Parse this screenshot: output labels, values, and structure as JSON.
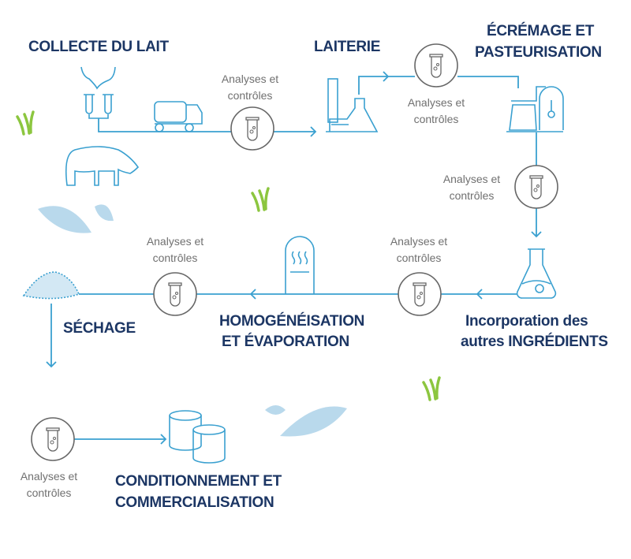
{
  "colors": {
    "title": "#1c3664",
    "line": "#3aa0d0",
    "circle": "#666666",
    "label": "#707070",
    "grass": "#8cc63f",
    "drop": "#b9d9ec"
  },
  "steps": {
    "collecte": "COLLECTE DU LAIT",
    "laiterie": "LAITERIE",
    "ecremage_1": "ÉCRÉMAGE ET",
    "ecremage_2": "PASTEURISATION",
    "incorporation_1": "Incorporation des",
    "incorporation_2": "autres INGRÉDIENTS",
    "homogeneisation_1": "HOMOGÉNÉISATION",
    "homogeneisation_2": "ET ÉVAPORATION",
    "sechage": "SÉCHAGE",
    "conditionnement_1": "CONDITIONNEMENT ET",
    "conditionnement_2": "COMMERCIALISATION"
  },
  "analyses": {
    "line1": "Analyses et",
    "line2": "contrôles"
  }
}
